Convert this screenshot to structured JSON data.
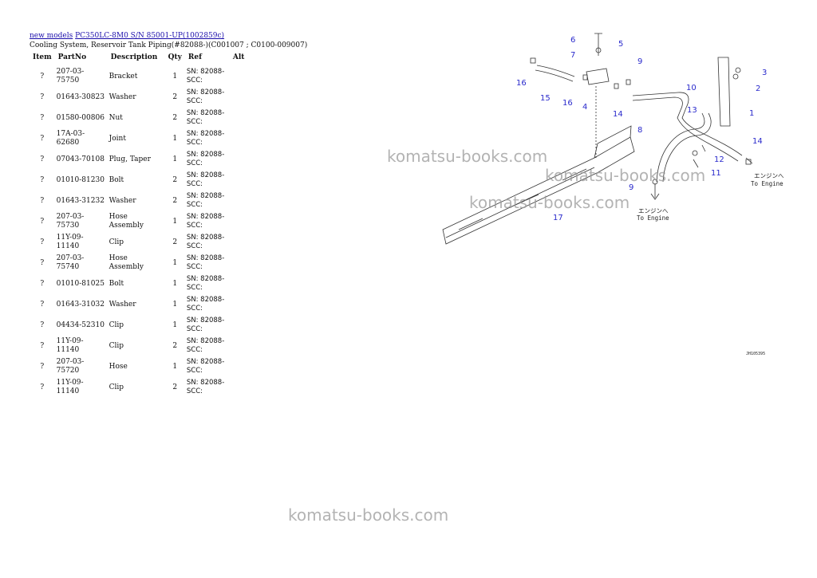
{
  "breadcrumb": {
    "link1": "new models",
    "link2": "PC350LC-8M0 S/N 85001-UP(1002859c)"
  },
  "page_title": "Cooling System, Reservoir Tank Piping(#82088-)(C001007 ; C0100-009007)",
  "table": {
    "headers": [
      "Item",
      "PartNo",
      "Description",
      "Qty",
      "Ref",
      "Alt"
    ],
    "rows": [
      {
        "item": "?",
        "part": "207-03-75750",
        "desc": "Bracket",
        "qty": "1",
        "ref1": "SN: 82088-",
        "ref2": "SCC:"
      },
      {
        "item": "?",
        "part": "01643-30823",
        "desc": "Washer",
        "qty": "2",
        "ref1": "SN: 82088-",
        "ref2": "SCC:"
      },
      {
        "item": "?",
        "part": "01580-00806",
        "desc": "Nut",
        "qty": "2",
        "ref1": "SN: 82088-",
        "ref2": "SCC:"
      },
      {
        "item": "?",
        "part": "17A-03-62680",
        "desc": "Joint",
        "qty": "1",
        "ref1": "SN: 82088-",
        "ref2": "SCC:"
      },
      {
        "item": "?",
        "part": "07043-70108",
        "desc": "Plug, Taper",
        "qty": "1",
        "ref1": "SN: 82088-",
        "ref2": "SCC:"
      },
      {
        "item": "?",
        "part": "01010-81230",
        "desc": "Bolt",
        "qty": "2",
        "ref1": "SN: 82088-",
        "ref2": "SCC:"
      },
      {
        "item": "?",
        "part": "01643-31232",
        "desc": "Washer",
        "qty": "2",
        "ref1": "SN: 82088-",
        "ref2": "SCC:"
      },
      {
        "item": "?",
        "part": "207-03-75730",
        "desc": "Hose Assembly",
        "qty": "1",
        "ref1": "SN: 82088-",
        "ref2": "SCC:"
      },
      {
        "item": "?",
        "part": "11Y-09-11140",
        "desc": "Clip",
        "qty": "2",
        "ref1": "SN: 82088-",
        "ref2": "SCC:"
      },
      {
        "item": "?",
        "part": "207-03-75740",
        "desc": "Hose Assembly",
        "qty": "1",
        "ref1": "SN: 82088-",
        "ref2": "SCC:"
      },
      {
        "item": "?",
        "part": "01010-81025",
        "desc": "Bolt",
        "qty": "1",
        "ref1": "SN: 82088-",
        "ref2": "SCC:"
      },
      {
        "item": "?",
        "part": "01643-31032",
        "desc": "Washer",
        "qty": "1",
        "ref1": "SN: 82088-",
        "ref2": "SCC:"
      },
      {
        "item": "?",
        "part": "04434-52310",
        "desc": "Clip",
        "qty": "1",
        "ref1": "SN: 82088-",
        "ref2": "SCC:"
      },
      {
        "item": "?",
        "part": "11Y-09-11140",
        "desc": "Clip",
        "qty": "2",
        "ref1": "SN: 82088-",
        "ref2": "SCC:"
      },
      {
        "item": "?",
        "part": "207-03-75720",
        "desc": "Hose",
        "qty": "1",
        "ref1": "SN: 82088-",
        "ref2": "SCC:"
      },
      {
        "item": "?",
        "part": "11Y-09-11140",
        "desc": "Clip",
        "qty": "2",
        "ref1": "SN: 82088-",
        "ref2": "SCC:"
      }
    ]
  },
  "diagram": {
    "callouts": [
      "6",
      "5",
      "7",
      "9",
      "16",
      "15",
      "16",
      "4",
      "14",
      "10",
      "3",
      "2",
      "1",
      "13",
      "8",
      "14",
      "12",
      "11",
      "9",
      "17"
    ],
    "engine_jp": "エンジンへ",
    "engine_en": "To Engine",
    "drawing_code": "JH105395",
    "label_color": "#2a2acc"
  },
  "watermark": "komatsu-books.com"
}
